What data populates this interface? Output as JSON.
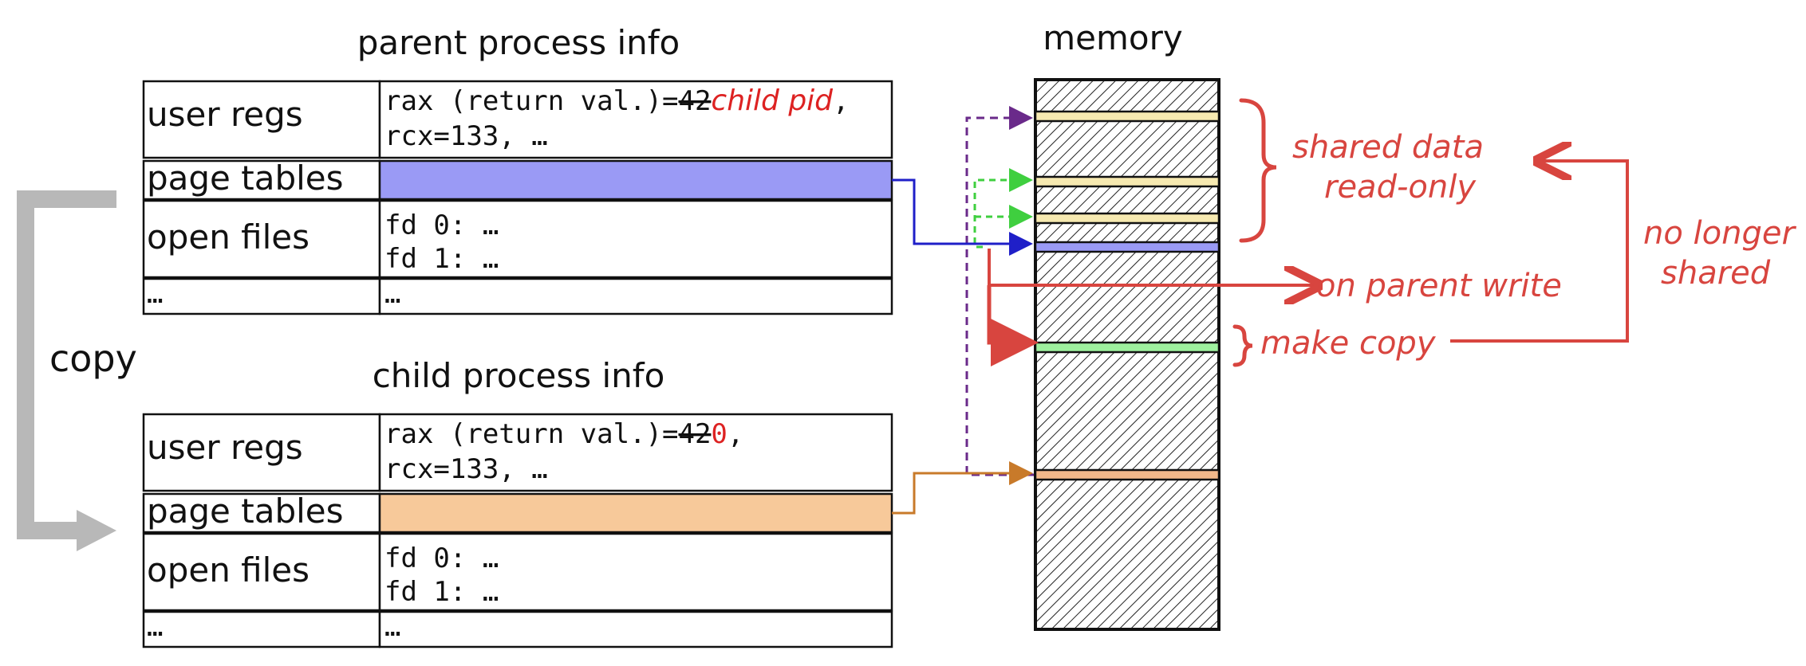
{
  "parent": {
    "title": "parent process info",
    "rows": {
      "user_regs_label": "user regs",
      "rax_prefix": "rax (return val.)=",
      "rax_old": "42",
      "rax_new": "child pid",
      "rax_suffix": ",",
      "rcx_line": "rcx=133, …",
      "page_tables_label": "page tables",
      "open_files_label": "open files",
      "fd0": "fd 0: …",
      "fd1": "fd 1: …",
      "more_label": "…",
      "more_value": "…"
    },
    "page_table_color": "#9a9af5"
  },
  "child": {
    "title": "child process info",
    "rows": {
      "user_regs_label": "user regs",
      "rax_prefix": "rax (return val.)=",
      "rax_old": "42",
      "rax_new": "0",
      "rax_suffix": ",",
      "rcx_line": "rcx=133, …",
      "page_tables_label": "page tables",
      "open_files_label": "open files",
      "fd0": "fd 0: …",
      "fd1": "fd 1: …",
      "more_label": "…",
      "more_value": "…"
    },
    "page_table_color": "#f7c99a"
  },
  "copy_label": "copy",
  "memory": {
    "title": "memory"
  },
  "annotations": {
    "shared_line1": "shared data",
    "shared_line2": "read-only",
    "on_parent_write": "on parent write",
    "make_copy": "make copy",
    "no_longer_line1": "no longer",
    "no_longer_line2": "shared"
  },
  "colors": {
    "red": "#d8453f",
    "blue": "#1f1fc8",
    "purple": "#6a2a8a",
    "green": "#3fcf3f",
    "orange": "#c87a2a",
    "copy_arrow": "#b8b8b8",
    "yellow_band": "#f6e9b0",
    "green_band": "#9ef09e",
    "blue_band": "#9a9af5",
    "orange_band": "#f2b88a"
  }
}
